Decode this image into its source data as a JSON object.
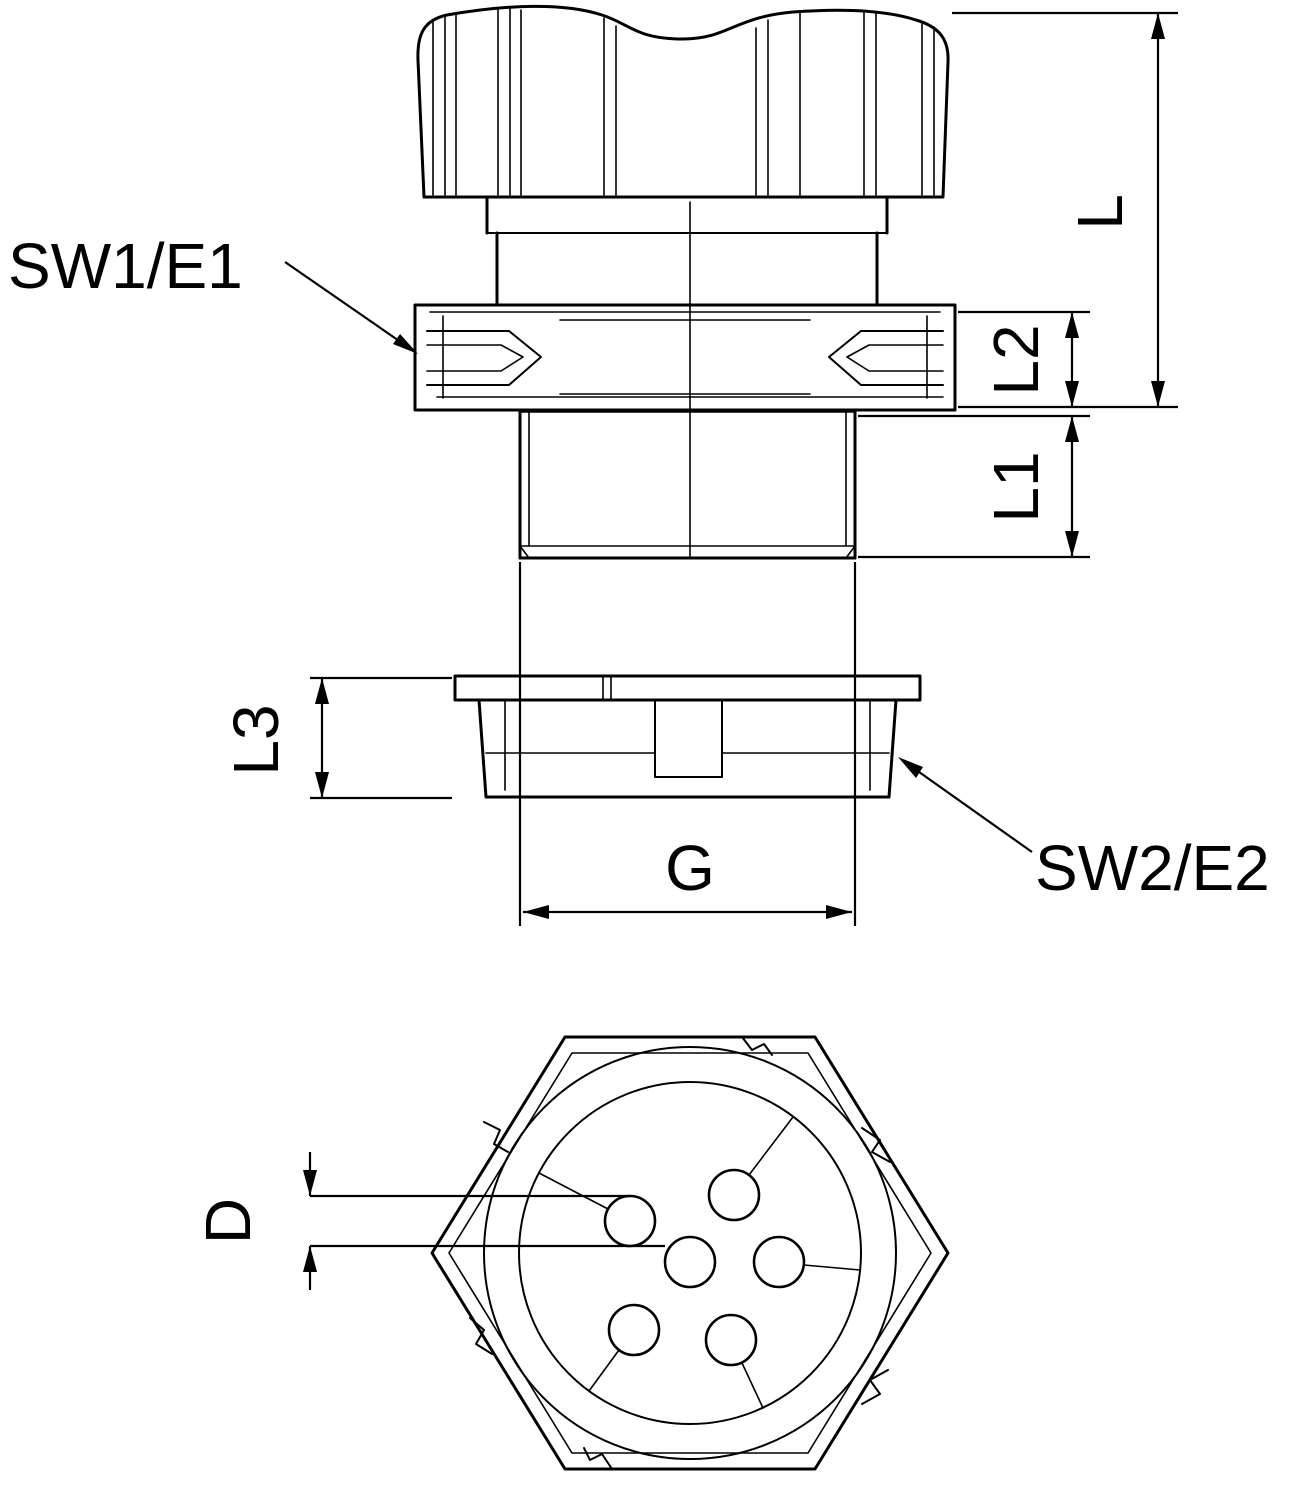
{
  "labels": {
    "sw1_e1": "SW1/E1",
    "sw2_e2": "SW2/E2",
    "dim_l": "L",
    "dim_l1": "L1",
    "dim_l2": "L2",
    "dim_l3": "L3",
    "dim_g": "G",
    "dim_d": "D"
  },
  "colors": {
    "line": "#000000",
    "background": "#ffffff"
  }
}
